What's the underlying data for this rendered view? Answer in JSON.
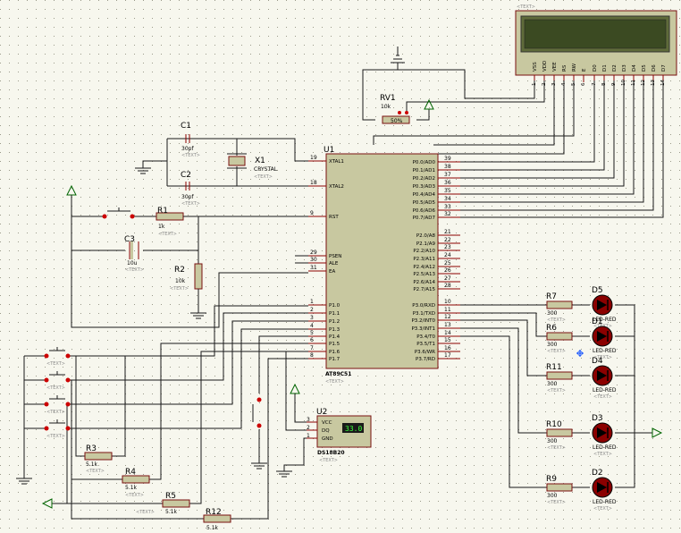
{
  "lcd": {
    "text_tag": "<TEXT>",
    "pins": [
      "VSS",
      "VDD",
      "VEE",
      "RS",
      "RW",
      "E",
      "D0",
      "D1",
      "D2",
      "D3",
      "D4",
      "D5",
      "D6",
      "D7"
    ],
    "nums": [
      "1",
      "2",
      "3",
      "4",
      "5",
      "6",
      "7",
      "8",
      "9",
      "10",
      "11",
      "12",
      "13",
      "14"
    ]
  },
  "rv1": {
    "ref": "RV1",
    "value": "10k",
    "pct": "50%"
  },
  "c1": {
    "ref": "C1",
    "value": "30pf",
    "tag": "<TEXT>"
  },
  "c2": {
    "ref": "C2",
    "value": "30pf",
    "tag": "<TEXT>"
  },
  "x1": {
    "ref": "X1",
    "value": "CRYSTAL",
    "tag": "<TEXT>"
  },
  "r1": {
    "ref": "R1",
    "value": "1k",
    "tag": "<TEXT>"
  },
  "c3": {
    "ref": "C3",
    "value": "10u",
    "tag": "<TEXT>"
  },
  "r2": {
    "ref": "R2",
    "value": "10k",
    "tag": "<TEXT>"
  },
  "u1": {
    "ref": "U1",
    "part": "AT89C51",
    "tag": "<TEXT>",
    "left_pins": [
      {
        "n": "19",
        "name": "XTAL1"
      },
      {
        "n": "18",
        "name": "XTAL2"
      },
      {
        "n": "9",
        "name": "RST"
      },
      {
        "n": "29",
        "name": "PSEN"
      },
      {
        "n": "30",
        "name": "ALE"
      },
      {
        "n": "31",
        "name": "EA"
      },
      {
        "n": "1",
        "name": "P1.0"
      },
      {
        "n": "2",
        "name": "P1.1"
      },
      {
        "n": "3",
        "name": "P1.2"
      },
      {
        "n": "4",
        "name": "P1.3"
      },
      {
        "n": "5",
        "name": "P1.4"
      },
      {
        "n": "6",
        "name": "P1.5"
      },
      {
        "n": "7",
        "name": "P1.6"
      },
      {
        "n": "8",
        "name": "P1.7"
      }
    ],
    "right_pins": [
      {
        "n": "39",
        "name": "P0.0/AD0"
      },
      {
        "n": "38",
        "name": "P0.1/AD1"
      },
      {
        "n": "37",
        "name": "P0.2/AD2"
      },
      {
        "n": "36",
        "name": "P0.3/AD3"
      },
      {
        "n": "35",
        "name": "P0.4/AD4"
      },
      {
        "n": "34",
        "name": "P0.5/AD5"
      },
      {
        "n": "33",
        "name": "P0.6/AD6"
      },
      {
        "n": "32",
        "name": "P0.7/AD7"
      },
      {
        "n": "21",
        "name": "P2.0/A8"
      },
      {
        "n": "22",
        "name": "P2.1/A9"
      },
      {
        "n": "23",
        "name": "P2.2/A10"
      },
      {
        "n": "24",
        "name": "P2.3/A11"
      },
      {
        "n": "25",
        "name": "P2.4/A12"
      },
      {
        "n": "26",
        "name": "P2.5/A13"
      },
      {
        "n": "27",
        "name": "P2.6/A14"
      },
      {
        "n": "28",
        "name": "P2.7/A15"
      },
      {
        "n": "10",
        "name": "P3.0/RXD"
      },
      {
        "n": "11",
        "name": "P3.1/TXD"
      },
      {
        "n": "12",
        "name": "P3.2/INT0"
      },
      {
        "n": "13",
        "name": "P3.3/INT1"
      },
      {
        "n": "14",
        "name": "P3.4/T0"
      },
      {
        "n": "15",
        "name": "P3.5/T1"
      },
      {
        "n": "16",
        "name": "P3.6/WR"
      },
      {
        "n": "17",
        "name": "P3.7/RD"
      }
    ]
  },
  "u2": {
    "ref": "U2",
    "part": "DS18B20",
    "tag": "<TEXT>",
    "display": "33.0",
    "pins": [
      {
        "n": "3",
        "name": "VCC"
      },
      {
        "n": "2",
        "name": "DQ"
      },
      {
        "n": "1",
        "name": "GND"
      }
    ]
  },
  "resistors": {
    "r7": {
      "ref": "R7",
      "value": "300",
      "tag": "<TEXT>"
    },
    "r6": {
      "ref": "R6",
      "value": "300",
      "tag": "<TEXT>"
    },
    "r11": {
      "ref": "R11",
      "value": "300",
      "tag": "<TEXT>"
    },
    "r10": {
      "ref": "R10",
      "value": "300",
      "tag": "<TEXT>"
    },
    "r9": {
      "ref": "R9",
      "value": "300",
      "tag": "<TEXT>"
    },
    "r3": {
      "ref": "R3",
      "value": "5.1k",
      "tag": "<TEXT>"
    },
    "r4": {
      "ref": "R4",
      "value": "5.1k",
      "tag": "<TEXT>"
    },
    "r5": {
      "ref": "R5",
      "value": "5.1k",
      "tag": "<TEXT>"
    },
    "r12": {
      "ref": "R12",
      "value": "5.1k",
      "tag": "<TEXT>"
    }
  },
  "leds": {
    "d5": {
      "ref": "D5",
      "value": "LED-RED",
      "tag": "<TEXT>"
    },
    "d1": {
      "ref": "D1",
      "value": "LED-RED",
      "tag": "<TEXT>"
    },
    "d4": {
      "ref": "D4",
      "value": "LED-RED",
      "tag": "<TEXT>"
    },
    "d3": {
      "ref": "D3",
      "value": "LED-RED",
      "tag": "<TEXT>"
    },
    "d2": {
      "ref": "D2",
      "value": "LED-RED",
      "tag": "<TEXT>"
    }
  },
  "button_tag": "<TEXT>"
}
